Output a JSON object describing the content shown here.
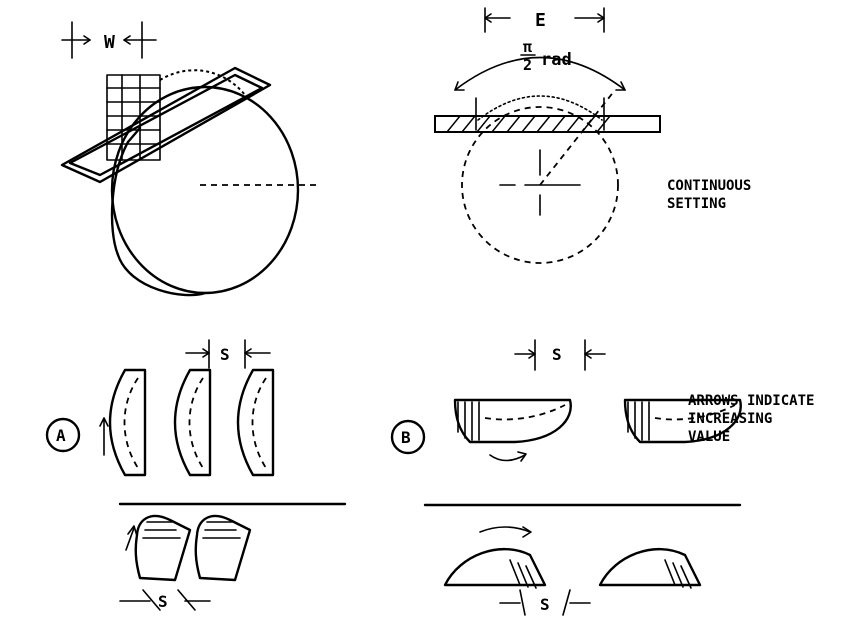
{
  "figure_1": {
    "dimension_label": "W"
  },
  "figure_2": {
    "dimension_label": "E",
    "angle_numerator": "π",
    "angle_denominator": "2",
    "angle_unit": "rad",
    "caption_line1": "CONTINUOUS",
    "caption_line2": "SETTING"
  },
  "panel_a": {
    "marker": "A",
    "spacing_label_top": "S",
    "spacing_label_bottom": "S"
  },
  "panel_b": {
    "marker": "B",
    "spacing_label_top": "S",
    "spacing_label_bottom": "S",
    "caption_line1": "ARROWS INDICATE",
    "caption_line2": "INCREASING",
    "caption_line3": "VALUE"
  }
}
